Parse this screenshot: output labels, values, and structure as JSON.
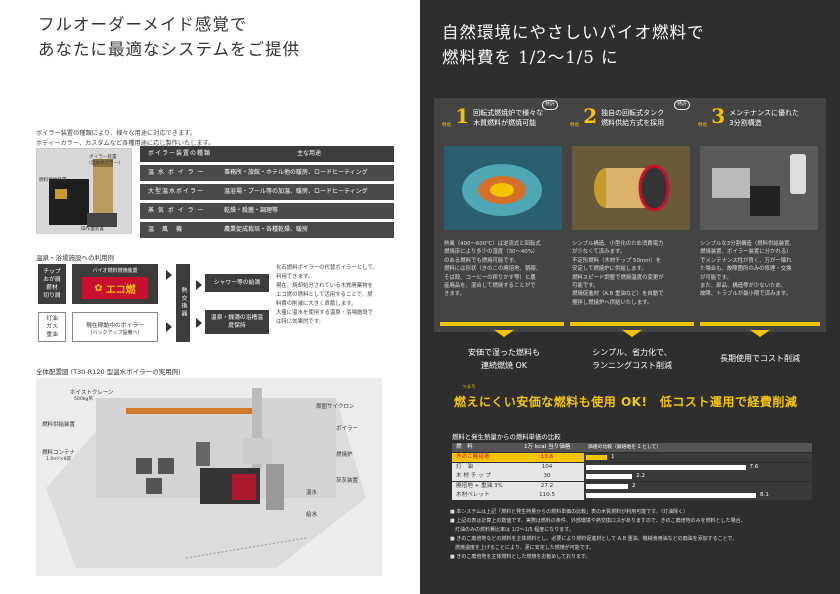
{
  "left": {
    "headline": [
      "フルオーダーメイド感覚で",
      "あなたに最適なシステムをご提供"
    ],
    "intro": [
      "ボイラー装置の種類により、様々な用途に対応できます。",
      "ボディーカラー、カスタムなど各種用途に応じ製作いたします。"
    ],
    "boiler_labels": {
      "main": "ボイラー装置",
      "sub": "(温水ボイラー)",
      "tank": "燃料供給装置",
      "panel": "操作盤装置"
    },
    "table": {
      "headers": [
        "ボイラー装置の種類",
        "主な用途"
      ],
      "rows": [
        [
          "温 水 ボ イ ラ ー",
          "事務所・旅館・ホテル他の暖房、ロードヒーティング"
        ],
        [
          "大型温水ボイラー",
          "温浴場・プール等の加温、暖房、ロードヒーティング"
        ],
        [
          "蒸 気 ボ イ ラ ー",
          "乾燥・殺菌・調理等"
        ],
        [
          "温　風　機",
          "農業促成栽培・各種乾燥、暖房"
        ]
      ]
    },
    "flow": {
      "title": "温泉・浴場施設への利用例",
      "input1": "チップ\nおが屑\n薪材\n切り屑",
      "boiler_name": "バイオ燃料燃焼装置",
      "brand": "エコ燃",
      "input2": "灯油\nガス\n重油",
      "existing": "現在稼動中のボイラー",
      "existing_sub": "(バックアップ設備へ)",
      "exchanger": "熱交換器",
      "out1": "シャワー等の給湯",
      "out2": "温泉・銭湯の浴槽温度保持",
      "desc": [
        "化石燃料ボイラーの代替ボイラーとして、",
        "利用できます。",
        "現在、焼却処分されている木質廃棄物を",
        "エコ燃の燃料として活用することで、燃",
        "料費の削減に大きく貢献します。",
        "大量に温水を使用する温泉・浴場施設で",
        "は特に効果的です。"
      ]
    },
    "layout": {
      "title": "全体配置図 (T30-R120 型温水ボイラーの実用例)",
      "labels": {
        "hoist": "ホイストクレーン",
        "hoist_sub": "500kg吊",
        "supply": "燃料供給装置",
        "container": "燃料コンテナ",
        "container_sub": "1.0m³×6袋",
        "cyclone": "周囲サイクロン",
        "boiler": "ボイラー",
        "ash_cooler": "燃焼炉",
        "ash": "灰灰装置",
        "water_out": "温水",
        "water_in": "給水"
      }
    }
  },
  "right": {
    "headline": [
      "自然環境にやさしいバイオ燃料で",
      "燃料費を 1/2〜1/5 に"
    ],
    "features": [
      {
        "tag": "特長",
        "num": "1",
        "badge": "特許",
        "title": [
          "回転式燃焼炉で様々な",
          "木質燃料が燃焼可能"
        ],
        "body": [
          "熱風（400〜600℃）は逆流式と回転式",
          "燃焼床により多少の湿度（30〜40%）",
          "のある燃料でも燃焼可能です。",
          "燃料には形状（きのこの廃培地、朝顔、",
          "そば殻、コーヒーの搾りかす等）と農",
          "産廃品を、混合して燃焼することがで",
          "きます。"
        ],
        "result": [
          "安価で湿った燃料も",
          "連続燃焼 OK"
        ]
      },
      {
        "tag": "特長",
        "num": "2",
        "badge": "特許",
        "title": [
          "独自の回転式タンク",
          "燃料供給方式を採用"
        ],
        "body": [
          "シンプル構造、小型化のため消費電力",
          "が少なくて済みます。",
          "不定形燃料（木材チップ 50mm）を",
          "安定して燃焼炉に供給します。",
          "燃料スピード調整で燃焼温度の変更が",
          "可能です。",
          "燃焼促進材（A.B 重油など）を自動で",
          "攪拌し燃焼炉へ供給いたします。"
        ],
        "result": [
          "シンプル、省力化で、",
          "ランニングコスト削減"
        ]
      },
      {
        "tag": "特長",
        "num": "3",
        "badge": "",
        "title": [
          "メンテナンスに優れた",
          "3分割構造"
        ],
        "body": [
          "シンプルな3分割構造（燃料供給装置、",
          "燃焼装置、ボイラー装置に分かれる）",
          "でメンテナンス性が良く、万が一壊れ",
          "た場合も、故障箇所のみの修理・交換",
          "が可能です。",
          "また、部品、構造等が少ないため、",
          "故障、トラブルが最小限で済みます。"
        ],
        "result": [
          "長期使用でコスト削減"
        ]
      }
    ],
    "tsumari": "つまり",
    "conclusion": "燃えにくい安価な燃料も使用 OK!　低コスト運用で経費削減",
    "comparison": {
      "title": "燃料と発生熱量からの燃料単価の比較",
      "headers": [
        "燃　料",
        "1万 kcal 当り価格",
        "価値の比較（廃培地を 1 として）"
      ],
      "rows": [
        {
          "name": "きのこ廃培地",
          "price": "13.6",
          "ratio": 1,
          "ratio_label": "1"
        },
        {
          "name": "灯　油",
          "price": "104",
          "ratio": 7.6,
          "ratio_label": "7.6"
        },
        {
          "name": "木 材 チ ッ プ",
          "price": "30",
          "ratio": 2.2,
          "ratio_label": "2.2"
        },
        {
          "name": "廃培地 + 重油 3%",
          "price": "27.2",
          "ratio": 2,
          "ratio_label": "2"
        },
        {
          "name": "木材ペレット",
          "price": "110.5",
          "ratio": 8.1,
          "ratio_label": "8.1"
        }
      ],
      "notes": [
        "■ 本システムは上記「燃料と発生熱量からの燃料単価の比較」表の木質燃料が利用可能です。（灯油除く）",
        "■ 上記の表は計算上の数値です。実際は燃料の条件、外部環境や熱交換ロスがありますので、きのこ廃培地のみを燃料とした場合、",
        "　灯油のみの燃料費比率は 1/2〜1/5 程度になります。",
        "■ きのこ廃培地などの燃料を主体燃料とし、必要により燃料促進材として A.B 重油、機械食用油などの廃油を添加することで、",
        "　燃焼温度を上げることにより、更に安定した燃焼が可能です。",
        "■ きのこ廃培地を主体燃料とした燃焼をお勧めしております。"
      ]
    }
  },
  "colors": {
    "yellow": "#f5c400",
    "dark": "#2e2e2e",
    "tablebg": "#3c3c3c"
  }
}
